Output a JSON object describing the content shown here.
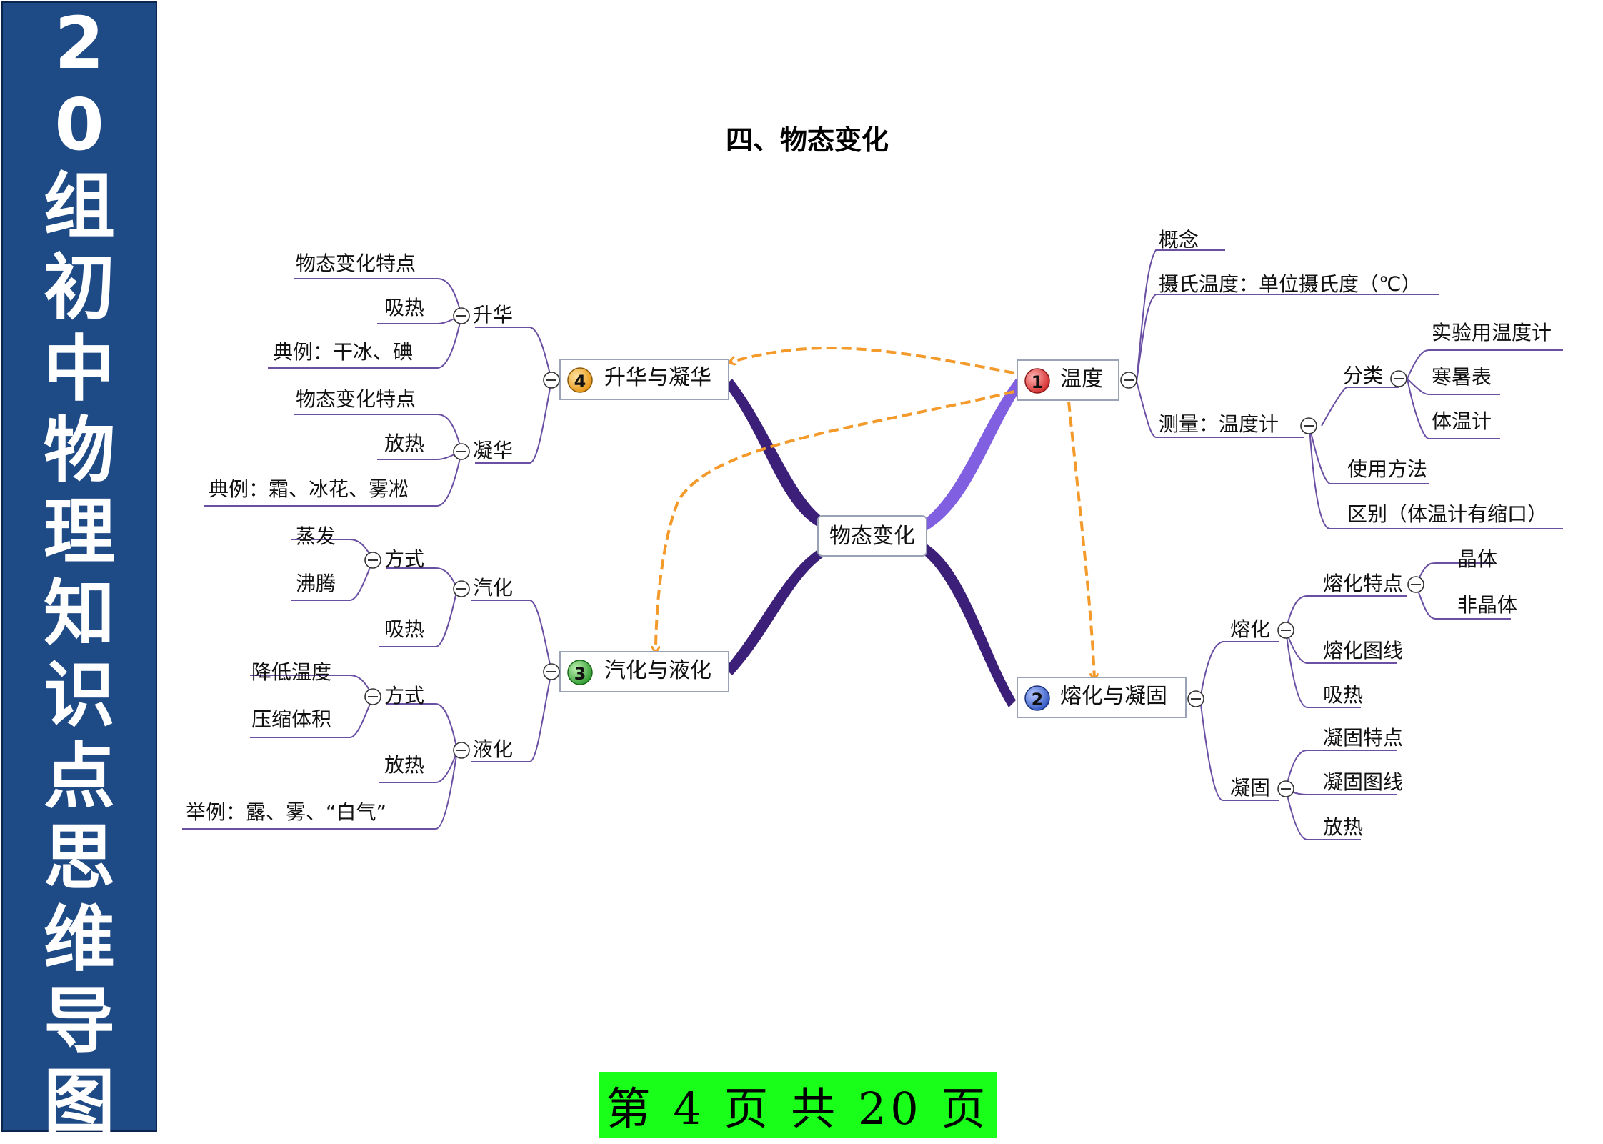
{
  "sidebar": {
    "chars": [
      "2",
      "0",
      "组",
      "初",
      "中",
      "物",
      "理",
      "知",
      "识",
      "点",
      "思",
      "维",
      "导",
      "图"
    ]
  },
  "page_title": "四、物态变化",
  "footer": {
    "text": "第 4 页 共 20 页"
  },
  "mindmap": {
    "center": "物态变化",
    "branches": {
      "b1": {
        "num": "1",
        "label": "温度",
        "children": {
          "concept": "概念",
          "celsius": "摄氏温度：单位摄氏度（℃）",
          "measure": "测量：温度计",
          "classify": "分类",
          "lab_thermometer": "实验用温度计",
          "room_thermometer": "寒暑表",
          "body_thermometer": "体温计",
          "usage": "使用方法",
          "difference": "区别（体温计有缩口）"
        }
      },
      "b2": {
        "num": "2",
        "label": "熔化与凝固",
        "children": {
          "melting": "熔化",
          "melting_features": "熔化特点",
          "crystal": "晶体",
          "amorphous": "非晶体",
          "melting_graph": "熔化图线",
          "absorb_heat": "吸热",
          "solidify": "凝固",
          "solidify_features": "凝固特点",
          "solidify_graph": "凝固图线",
          "release_heat": "放热"
        }
      },
      "b3": {
        "num": "3",
        "label": "汽化与液化",
        "children": {
          "vaporize": "汽化",
          "method1": "方式",
          "evaporate": "蒸发",
          "boil": "沸腾",
          "absorb_heat": "吸热",
          "liquefy": "液化",
          "method2": "方式",
          "lower_temp": "降低温度",
          "compress": "压缩体积",
          "release_heat": "放热",
          "examples": "举例：露、雾、“白气”"
        }
      },
      "b4": {
        "num": "4",
        "label": "升华与凝华",
        "children": {
          "sublimation": "升华",
          "sub_features": "物态变化特点",
          "absorb_heat": "吸热",
          "sub_examples": "典例：干冰、碘",
          "deposition": "凝华",
          "dep_features": "物态变化特点",
          "release_heat": "放热",
          "dep_examples": "典例：霜、冰花、雾凇"
        }
      }
    }
  },
  "colors": {
    "sidebar_bg": "#1e4a86",
    "footer_bg": "#19ff19",
    "branch_line": "#6a4fa3",
    "arrow": "#f39a2b",
    "badge1": "#e03a3a",
    "badge2": "#3b63c9",
    "badge3": "#3aa63a",
    "badge4": "#f2a21b"
  }
}
